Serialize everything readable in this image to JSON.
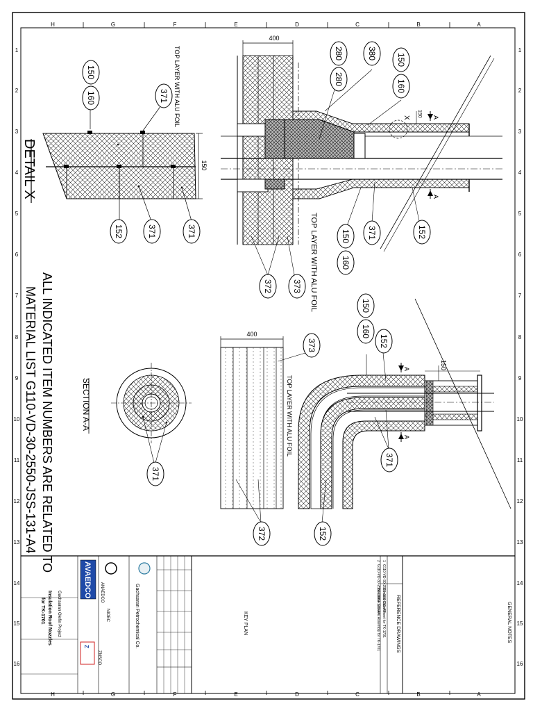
{
  "frame": {
    "row_letters": [
      "H",
      "G",
      "F",
      "E",
      "D",
      "C",
      "B",
      "A"
    ],
    "col_numbers": [
      "1",
      "2",
      "3",
      "4",
      "5",
      "6",
      "7",
      "8",
      "9",
      "10",
      "11",
      "12",
      "13",
      "14",
      "15",
      "16"
    ]
  },
  "detail_x": {
    "title": "DETAIL X",
    "callout_150_160": [
      "150",
      "160"
    ],
    "callout_371_top": "371",
    "top_layer_note": "TOP LAYER WITH ALU FOIL",
    "dimension_150": "150",
    "callouts_bottom": [
      "152",
      "371",
      "371"
    ]
  },
  "nozzle_top": {
    "dimension_400": "400",
    "callouts_top": [
      [
        "280",
        "280"
      ],
      [
        "380"
      ],
      [
        "150",
        "160"
      ]
    ],
    "detail_marker": "X",
    "dim_150": "150",
    "section_mark": "A",
    "top_layer_note": "TOP LAYER WITH ALU FOIL",
    "callouts_bottom": [
      [
        "150",
        "160"
      ],
      [
        "371"
      ],
      [
        "152"
      ]
    ],
    "callouts_left": [
      "372",
      "373"
    ]
  },
  "elbow": {
    "dimension_400": "400",
    "callout_373": "373",
    "callout_150_160": [
      "150",
      "160"
    ],
    "callout_152_top": "152",
    "dim_150": "150",
    "section_mark": "A",
    "top_layer_note": "TOP LAYER WITH ALU FOIL",
    "callout_371": "371",
    "callout_372": "372",
    "callout_152_bottom": "152"
  },
  "section_aa": {
    "title": "SECTION A-A",
    "callout": "371"
  },
  "general_note": {
    "line1": "ALL INDICATED ITEM NUMBERS ARE RELATED TO",
    "line2": "MATERIAL LIST G110-VD-30-2550-JSS-131-A4"
  },
  "title_block": {
    "general_notes": "GENERAL NOTES",
    "reference_drawings": "REFERENCE DRAWINGS",
    "key_plan": "KEY PLAN",
    "ref_rows": [
      {
        "no": "1",
        "doc": "G110-VD-30-2550-JSS-131-A4",
        "title": "General Data Sheet for TK-1701"
      },
      {
        "no": "2",
        "doc": "G110-VD-30-2550-DWG-131-A4",
        "title": "Insulation General Assembly for TK-1701"
      }
    ],
    "owner": "Gachsaran Petrochemical Co.",
    "contractor": "NIOEC",
    "company_left": "AVAEDCO",
    "company_left_sub": "ANAEDCO",
    "company_right": "ZNSCO",
    "project": "Gachsaran Olefin Project",
    "drawing_title_line1": "Insulation Roof Nozzles",
    "drawing_title_line2": "for TK-1701"
  }
}
